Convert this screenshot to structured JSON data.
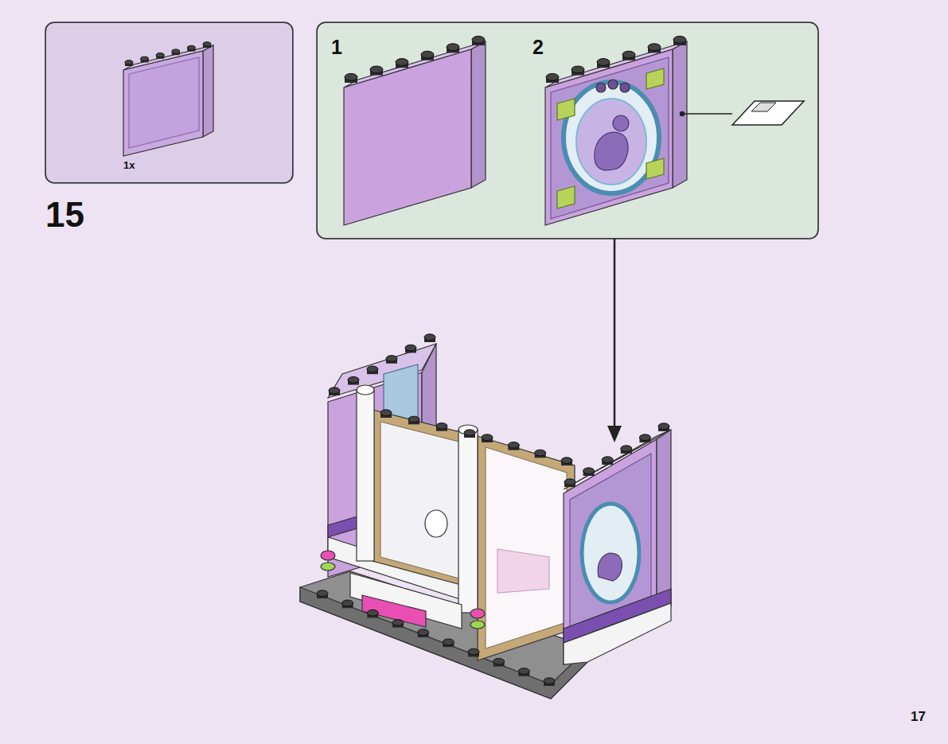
{
  "diagram": {
    "nodes": [
      {
        "text": [
          "1x"
        ]
      },
      {
        "text": [
          "1",
          "2"
        ]
      }
    ],
    "labels": [
      "15",
      "17"
    ]
  }
}
